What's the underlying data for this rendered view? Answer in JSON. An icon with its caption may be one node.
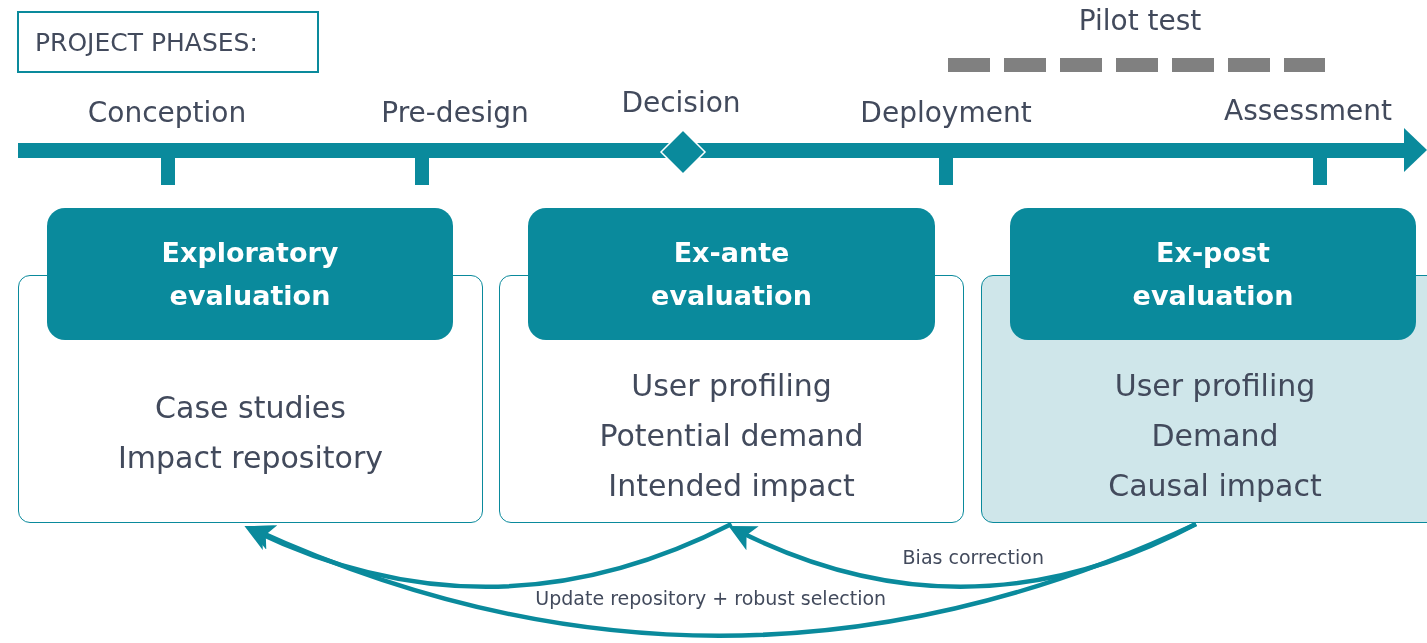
{
  "diagram": {
    "title": "PROJECT PHASES:",
    "nodes": [
      {
        "text": [
          "Case studies",
          "Impact repository"
        ]
      },
      {
        "text": [
          "Exploratory evaluation"
        ],
        "in": 0
      },
      {
        "text": [
          "User profiling",
          "Potential demand",
          "Intended impact"
        ]
      },
      {
        "text": [
          "Ex-ante evaluation"
        ],
        "in": 2
      },
      {
        "text": [
          "User profiling",
          "Demand",
          "Causal impact"
        ]
      },
      {
        "text": [
          "Ex-post evaluation"
        ],
        "in": 4
      }
    ],
    "edges": [
      {
        "from": 2,
        "to": 0,
        "arrow": "to"
      },
      {
        "from": 4,
        "to": 2,
        "arrow": "to",
        "label": "Bias correction"
      },
      {
        "from": 4,
        "to": 0,
        "arrow": "to",
        "label": "Update repository + robust selection"
      }
    ],
    "labels": [
      "Pilot test",
      "Conception",
      "Pre-design",
      "Decision",
      "Deployment",
      "Assessment"
    ]
  }
}
